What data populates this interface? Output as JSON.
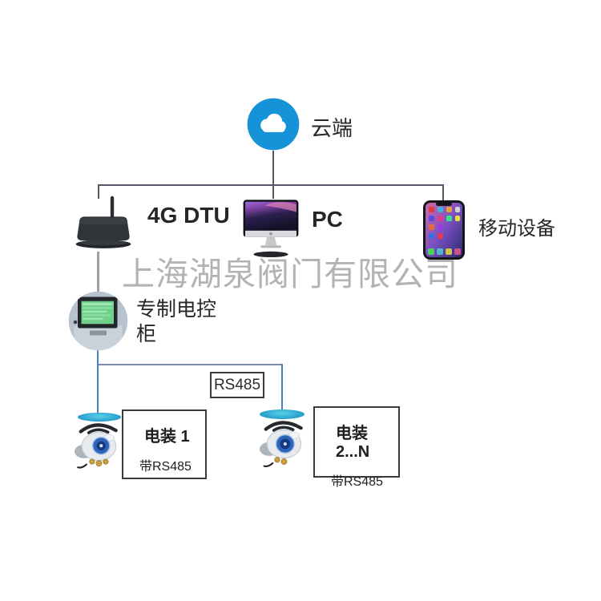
{
  "diagram_type": "iot-valve-network-topology",
  "cloud": {
    "label": "云端"
  },
  "devices": {
    "dtu": {
      "label": "4G DTU"
    },
    "pc": {
      "label": "PC"
    },
    "mobile": {
      "label": "移动设备"
    }
  },
  "cabinet": {
    "label": "专制电控柜"
  },
  "bus": {
    "label": "RS485"
  },
  "actuators": [
    {
      "title": "电装 1",
      "subtitle": "带RS485"
    },
    {
      "title": "电装 2...N",
      "subtitle": "带RS485"
    }
  ],
  "watermark": {
    "text": "上海湖泉阀门有限公司"
  },
  "icons": {
    "cloud": "cloud-icon",
    "dtu": "router-icon",
    "pc": "imac-icon",
    "mobile": "smartphone-icon",
    "cabinet": "control-cabinet-photo",
    "actuator1": "electric-actuator-photo",
    "actuator2": "electric-actuator-photo"
  },
  "colors": {
    "cloud_blue": "#1693d8",
    "line_dark": "#54586a",
    "line_blue": "#4a7ec2",
    "bus_gray": "#7b8da8",
    "box_border": "#3a3a3a",
    "text": "#262626",
    "watermark_gray": "#808080"
  }
}
